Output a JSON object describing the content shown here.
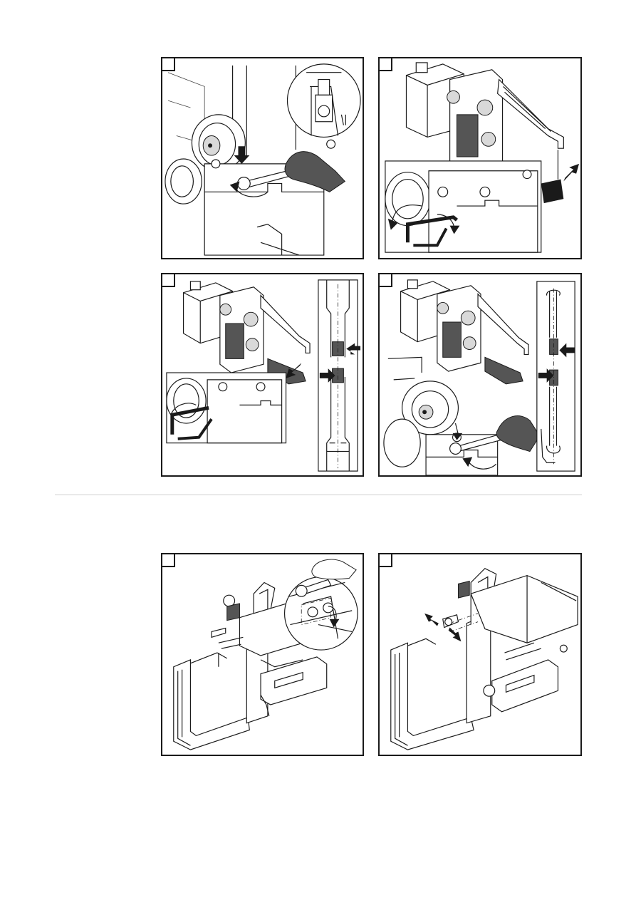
{
  "document": {
    "type": "instruction-figures",
    "colors": {
      "line": "#1a1a1a",
      "divider": "#cfcfcf",
      "background": "#ffffff"
    }
  },
  "figures": [
    {
      "id": "fig-1",
      "icons": [
        "nut",
        "wrench",
        "hand",
        "arrow-down",
        "arrow-rotate",
        "zoom-callout"
      ]
    },
    {
      "id": "fig-2",
      "icons": [
        "gun-assembly",
        "hex-key",
        "arrow-rotate",
        "arrow-right"
      ]
    },
    {
      "id": "fig-3",
      "icons": [
        "gun-assembly",
        "hex-key",
        "electrode-detail",
        "arrow-left",
        "arrow-right"
      ]
    },
    {
      "id": "fig-4",
      "icons": [
        "gun-assembly",
        "wrench",
        "hand",
        "electrode-detail",
        "arrow-left",
        "arrow-right"
      ]
    },
    {
      "id": "fig-5",
      "icons": [
        "c-frame",
        "wrench",
        "hand",
        "zoom-callout",
        "arrow-rotate"
      ]
    },
    {
      "id": "fig-6",
      "icons": [
        "c-frame",
        "arrow-left",
        "arrow-right"
      ]
    }
  ]
}
